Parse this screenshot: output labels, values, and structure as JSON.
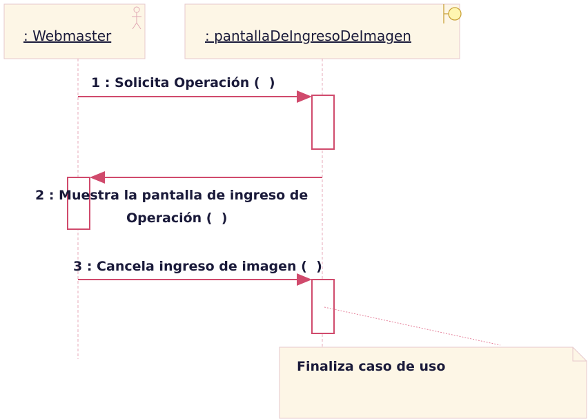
{
  "colors": {
    "box_fill": "#fdf6e6",
    "box_stroke": "#e6c8cc",
    "line": "#d04a6c",
    "lifeline": "#e7aab9",
    "text": "#1a1a3a",
    "note_fill": "#fdf6e6",
    "note_link": "#e57f99"
  },
  "lifelines": [
    {
      "label": ": Webmaster",
      "stereotype": "actor-icon"
    },
    {
      "label": ": pantallaDeIngresoDeImagen",
      "stereotype": "boundary-icon"
    }
  ],
  "messages": [
    {
      "label": "1 : Solicita Operación (  )"
    },
    {
      "label_line1": "2 : Muestra la pantalla de ingreso de",
      "label_line2": "Operación (  )"
    },
    {
      "label": "3 : Cancela ingreso de imagen (  )"
    }
  ],
  "note": {
    "text": "Finaliza caso de uso"
  }
}
